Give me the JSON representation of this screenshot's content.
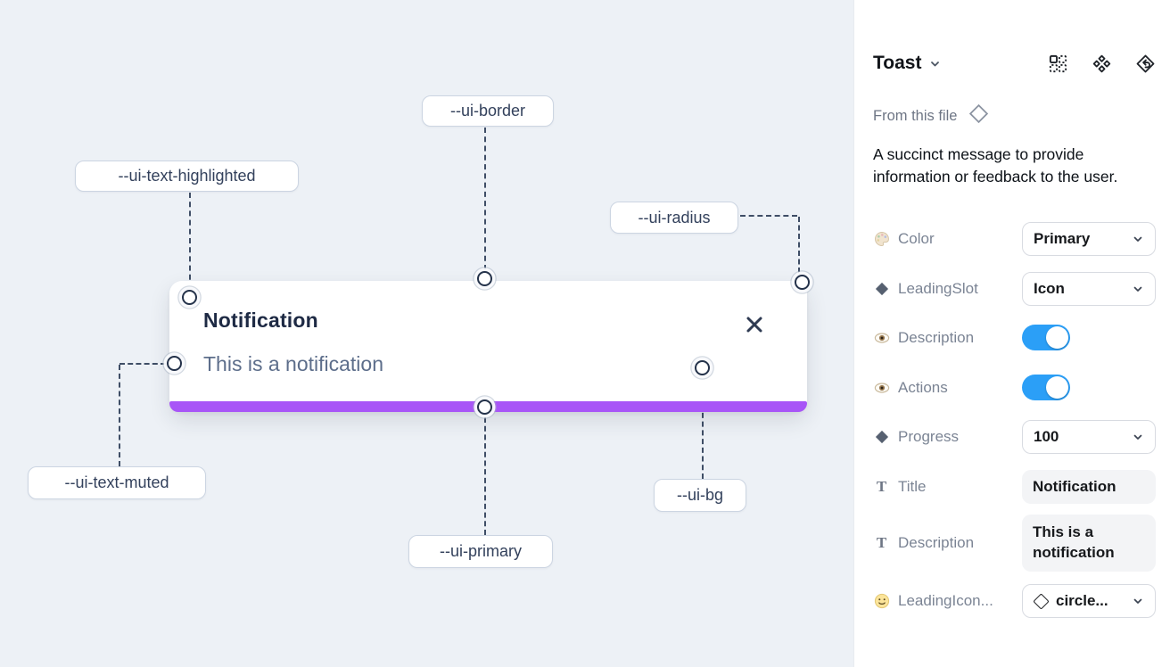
{
  "canvas": {
    "toast": {
      "title": "Notification",
      "description": "This is a notification",
      "close_icon": "close-x",
      "progress_color": "#a855f7"
    },
    "annotations": [
      {
        "label": "--ui-border"
      },
      {
        "label": "--ui-text-highlighted"
      },
      {
        "label": "--ui-radius"
      },
      {
        "label": "--ui-text-muted"
      },
      {
        "label": "--ui-primary"
      },
      {
        "label": "--ui-bg"
      }
    ],
    "background_color": "#edf1f6"
  },
  "panel": {
    "title": "Toast",
    "header_icons": [
      "select-grid-icon",
      "components-icon",
      "instance-swap-icon"
    ],
    "source_label": "From this file",
    "source_icon": "diamond-outline",
    "description": "A succinct message to provide information or feedback to the user.",
    "properties": [
      {
        "icon": "palette",
        "label": "Color",
        "control": "select",
        "value": "Primary"
      },
      {
        "icon": "diamond",
        "label": "LeadingSlot",
        "control": "select",
        "value": "Icon"
      },
      {
        "icon": "eye",
        "label": "Description",
        "control": "toggle",
        "value": "on"
      },
      {
        "icon": "eye",
        "label": "Actions",
        "control": "toggle",
        "value": "on"
      },
      {
        "icon": "diamond",
        "label": "Progress",
        "control": "select",
        "value": "100"
      },
      {
        "icon": "text-T",
        "label": "Title",
        "control": "text",
        "value": "Notification"
      },
      {
        "icon": "text-T",
        "label": "Description",
        "control": "text",
        "value": "This is a notification"
      },
      {
        "icon": "smiley",
        "label": "LeadingIcon...",
        "control": "select-icon",
        "value": "circle..."
      }
    ],
    "colors": {
      "toggle_on": "#2b9ff7"
    }
  }
}
